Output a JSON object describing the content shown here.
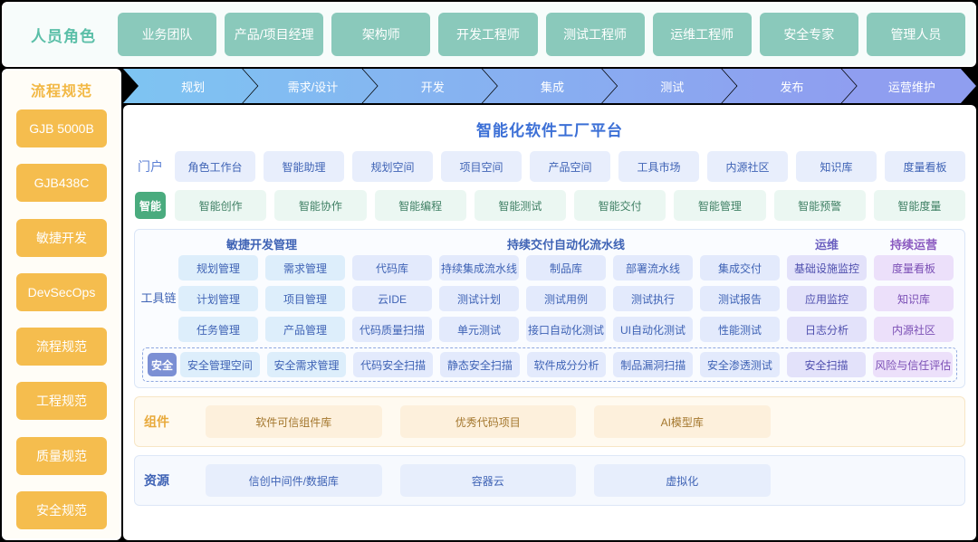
{
  "roles": {
    "title": "人员角色",
    "items": [
      {
        "label": "业务团队"
      },
      {
        "label": "产品/项目经理"
      },
      {
        "label": "架构师"
      },
      {
        "label": "开发工程师"
      },
      {
        "label": "测试工程师"
      },
      {
        "label": "运维工程师"
      },
      {
        "label": "安全专家"
      },
      {
        "label": "管理人员"
      }
    ]
  },
  "sidebar": {
    "title": "流程规范",
    "items": [
      {
        "label": "GJB 5000B"
      },
      {
        "label": "GJB438C"
      },
      {
        "label": "敏捷开发"
      },
      {
        "label": "DevSecOps"
      },
      {
        "label": "流程规范"
      },
      {
        "label": "工程规范"
      },
      {
        "label": "质量规范"
      },
      {
        "label": "安全规范"
      }
    ]
  },
  "phases": [
    {
      "label": "规划"
    },
    {
      "label": "需求/设计"
    },
    {
      "label": "开发"
    },
    {
      "label": "集成"
    },
    {
      "label": "测试"
    },
    {
      "label": "发布"
    },
    {
      "label": "运营维护"
    }
  ],
  "platform": {
    "title": "智能化软件工厂平台",
    "portal": {
      "label": "门户",
      "items": [
        {
          "label": "角色工作台"
        },
        {
          "label": "智能助理"
        },
        {
          "label": "规划空间"
        },
        {
          "label": "项目空间"
        },
        {
          "label": "产品空间"
        },
        {
          "label": "工具市场"
        },
        {
          "label": "内源社区"
        },
        {
          "label": "知识库"
        },
        {
          "label": "度量看板"
        }
      ]
    },
    "intelligent": {
      "label": "智能",
      "items": [
        {
          "label": "智能创作"
        },
        {
          "label": "智能协作"
        },
        {
          "label": "智能编程"
        },
        {
          "label": "智能测试"
        },
        {
          "label": "智能交付"
        },
        {
          "label": "智能管理"
        },
        {
          "label": "智能预警"
        },
        {
          "label": "智能度量"
        }
      ]
    },
    "toolchain": {
      "side_label": "工具链",
      "headers": [
        {
          "label": "敏捷开发管理",
          "group": "agile"
        },
        {
          "label": "持续交付自动化流水线",
          "group": "cd"
        },
        {
          "label": "运维",
          "group": "ops"
        },
        {
          "label": "持续运营",
          "group": "cont"
        }
      ],
      "rows": [
        [
          "规划管理",
          "需求管理",
          "代码库",
          "持续集成流水线",
          "制品库",
          "部署流水线",
          "集成交付",
          "基础设施监控",
          "度量看板"
        ],
        [
          "计划管理",
          "项目管理",
          "云IDE",
          "测试计划",
          "测试用例",
          "测试执行",
          "测试报告",
          "应用监控",
          "知识库"
        ],
        [
          "任务管理",
          "产品管理",
          "代码质量扫描",
          "单元测试",
          "接口自动化测试",
          "UI自动化测试",
          "性能测试",
          "日志分析",
          "内源社区"
        ]
      ],
      "security": {
        "badge": "安全",
        "items": [
          "安全管理空间",
          "安全需求管理",
          "代码安全扫描",
          "静态安全扫描",
          "软件成分分析",
          "制品漏洞扫描",
          "安全渗透测试",
          "安全扫描",
          "风险与信任评估"
        ]
      }
    },
    "components": {
      "label": "组件",
      "items": [
        {
          "label": "软件可信组件库"
        },
        {
          "label": "优秀代码项目"
        },
        {
          "label": "AI模型库"
        }
      ]
    },
    "resources": {
      "label": "资源",
      "items": [
        {
          "label": "信创中间件/数据库"
        },
        {
          "label": "容器云"
        },
        {
          "label": "虚拟化"
        }
      ]
    }
  },
  "colors": {
    "role_chip": "#8ac9bb",
    "role_title": "#5bbfa8",
    "sidebar_chip": "#f5bd4e",
    "sidebar_title": "#f2b844",
    "phase_start": "#7ec4f2",
    "phase_end": "#8f9ef0",
    "platform_title": "#3b6fd6",
    "intel_badge": "#4aab7e",
    "security_badge": "#7b8fd4",
    "ops_chip": "#e3e2fa",
    "cont_chip": "#ece0fa"
  }
}
